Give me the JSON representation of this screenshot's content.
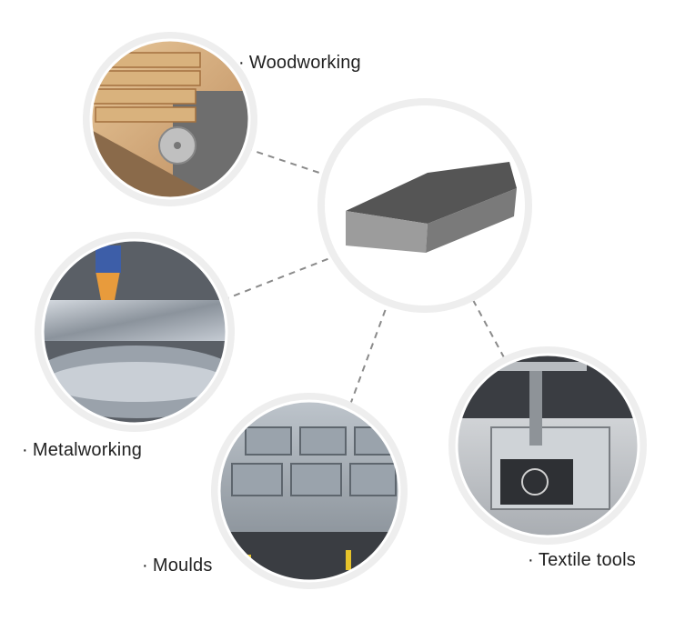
{
  "applications": [
    {
      "id": "woodworking",
      "label": "Woodworking"
    },
    {
      "id": "metalworking",
      "label": "Metalworking"
    },
    {
      "id": "moulds",
      "label": "Moulds"
    },
    {
      "id": "textile",
      "label": "Textile tools"
    }
  ],
  "bullet": "·",
  "colors": {
    "connector": "#8a8a8a",
    "halo": "#eeeeee",
    "steel_top": "#555555",
    "steel_front": "#9c9c9c",
    "steel_side": "#7a7a7a"
  }
}
